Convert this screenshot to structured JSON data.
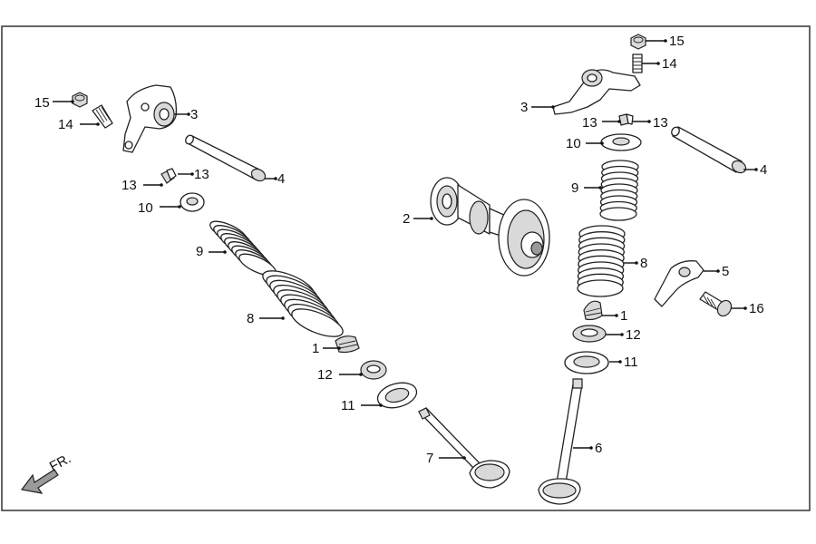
{
  "diagram": {
    "callouts": [
      {
        "id": "c-15-left",
        "text": "15"
      },
      {
        "id": "c-14-left",
        "text": "14"
      },
      {
        "id": "c-3-left",
        "text": "3"
      },
      {
        "id": "c-13-left-a",
        "text": "13"
      },
      {
        "id": "c-13-left-b",
        "text": "13"
      },
      {
        "id": "c-4-left",
        "text": "4"
      },
      {
        "id": "c-10-left",
        "text": "10"
      },
      {
        "id": "c-9-left",
        "text": "9"
      },
      {
        "id": "c-8-left",
        "text": "8"
      },
      {
        "id": "c-1-left",
        "text": "1"
      },
      {
        "id": "c-12-left",
        "text": "12"
      },
      {
        "id": "c-11-left",
        "text": "11"
      },
      {
        "id": "c-7",
        "text": "7"
      },
      {
        "id": "c-2",
        "text": "2"
      },
      {
        "id": "c-15-right",
        "text": "15"
      },
      {
        "id": "c-14-right",
        "text": "14"
      },
      {
        "id": "c-3-right",
        "text": "3"
      },
      {
        "id": "c-13-right-a",
        "text": "13"
      },
      {
        "id": "c-13-right-b",
        "text": "13"
      },
      {
        "id": "c-10-right",
        "text": "10"
      },
      {
        "id": "c-4-right",
        "text": "4"
      },
      {
        "id": "c-9-right",
        "text": "9"
      },
      {
        "id": "c-8-right",
        "text": "8"
      },
      {
        "id": "c-5",
        "text": "5"
      },
      {
        "id": "c-16",
        "text": "16"
      },
      {
        "id": "c-1-right",
        "text": "1"
      },
      {
        "id": "c-12-right",
        "text": "12"
      },
      {
        "id": "c-11-right",
        "text": "11"
      },
      {
        "id": "c-6",
        "text": "6"
      }
    ],
    "direction_label": "FR."
  }
}
